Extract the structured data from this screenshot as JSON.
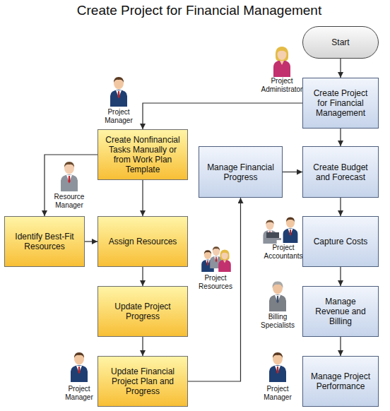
{
  "diagram": {
    "title": "Create Project for Financial Management",
    "nodes": [
      {
        "text": [
          "Start"
        ]
      },
      {
        "text": [
          "Create Project for Financial Management"
        ]
      },
      {
        "text": [
          "Create Nonfinancial Tasks Manually or from Work Plan Template"
        ]
      },
      {
        "text": [
          "Manage Financial Progress"
        ]
      },
      {
        "text": [
          "Create Budget and Forecast"
        ]
      },
      {
        "text": [
          "Identify Best-Fit Resources"
        ]
      },
      {
        "text": [
          "Assign Resources"
        ]
      },
      {
        "text": [
          "Capture Costs"
        ]
      },
      {
        "text": [
          "Update Project Progress"
        ]
      },
      {
        "text": [
          "Manage Revenue and Billing"
        ]
      },
      {
        "text": [
          "Update Financial Project Plan and Progress"
        ]
      },
      {
        "text": [
          "Manage Project Performance"
        ]
      }
    ],
    "edges": [
      {
        "from": 0,
        "to": 1,
        "arrow": "to"
      },
      {
        "from": 1,
        "to": 2,
        "arrow": "to"
      },
      {
        "from": 1,
        "to": 4,
        "arrow": "to"
      },
      {
        "from": 2,
        "to": 5,
        "arrow": "to"
      },
      {
        "from": 2,
        "to": 6,
        "arrow": "to"
      },
      {
        "from": 5,
        "to": 6,
        "arrow": "to"
      },
      {
        "from": 6,
        "to": 8,
        "arrow": "to"
      },
      {
        "from": 8,
        "to": 10,
        "arrow": "to"
      },
      {
        "from": 10,
        "to": 3,
        "arrow": "to"
      },
      {
        "from": 3,
        "to": 4,
        "arrow": "to"
      },
      {
        "from": 4,
        "to": 7,
        "arrow": "to"
      },
      {
        "from": 7,
        "to": 9,
        "arrow": "to"
      },
      {
        "from": 9,
        "to": 11,
        "arrow": "to"
      }
    ],
    "labels": [
      "Project Administrator",
      "Project Manager",
      "Resource Manager",
      "Project Resources",
      "Project Accountants",
      "Billing Specialists",
      "Project Manager",
      "Project Manager"
    ]
  }
}
